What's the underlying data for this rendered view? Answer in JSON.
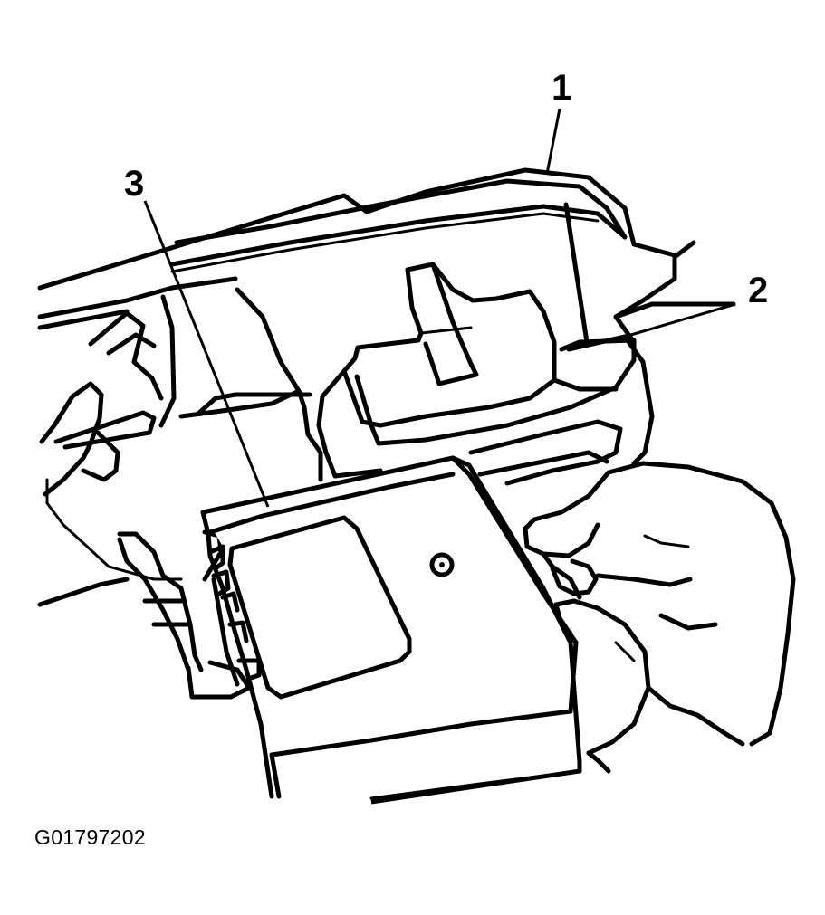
{
  "diagram": {
    "callouts": [
      {
        "id": "callout-1",
        "label": "1"
      },
      {
        "id": "callout-2",
        "label": "2"
      },
      {
        "id": "callout-3",
        "label": "3"
      }
    ],
    "figure_id": "G01797202",
    "colors": {
      "ink": "#000000",
      "paper": "#ffffff"
    }
  }
}
